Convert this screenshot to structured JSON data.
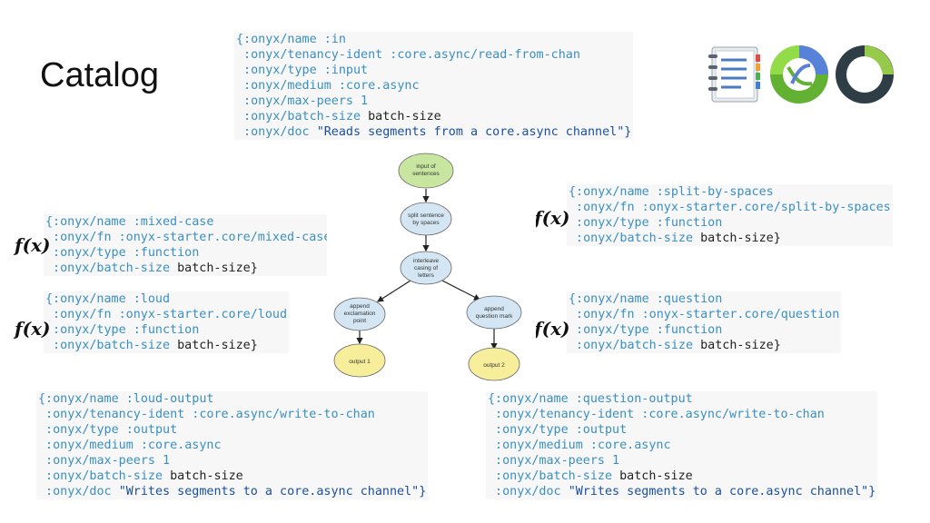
{
  "title": "Catalog",
  "fx_label": "f(x)",
  "blocks": {
    "in": [
      "{:onyx/name :in",
      " :onyx/tenancy-ident :core.async/read-from-chan",
      " :onyx/type :input",
      " :onyx/medium :core.async",
      " :onyx/max-peers 1",
      " :onyx/batch-size batch-size",
      " :onyx/doc \"Reads segments from a core.async channel\"}"
    ],
    "split": [
      "{:onyx/name :split-by-spaces",
      " :onyx/fn :onyx-starter.core/split-by-spaces",
      " :onyx/type :function",
      " :onyx/batch-size batch-size}"
    ],
    "mixed": [
      "{:onyx/name :mixed-case",
      " :onyx/fn :onyx-starter.core/mixed-case",
      " :onyx/type :function",
      " :onyx/batch-size batch-size}"
    ],
    "loud": [
      "{:onyx/name :loud",
      " :onyx/fn :onyx-starter.core/loud",
      " :onyx/type :function",
      " :onyx/batch-size batch-size}"
    ],
    "question": [
      "{:onyx/name :question",
      " :onyx/fn :onyx-starter.core/question",
      " :onyx/type :function",
      " :onyx/batch-size batch-size}"
    ],
    "loud_output": [
      "{:onyx/name :loud-output",
      " :onyx/tenancy-ident :core.async/write-to-chan",
      " :onyx/type :output",
      " :onyx/medium :core.async",
      " :onyx/max-peers 1",
      " :onyx/batch-size batch-size",
      " :onyx/doc \"Writes segments to a core.async channel\"}"
    ],
    "question_output": [
      "{:onyx/name :question-output",
      " :onyx/tenancy-ident :core.async/write-to-chan",
      " :onyx/type :output",
      " :onyx/medium :core.async",
      " :onyx/max-peers 1",
      " :onyx/batch-size batch-size",
      " :onyx/doc \"Writes segments to a core.async channel\"}"
    ]
  },
  "diagram": {
    "nodes": {
      "input": [
        "input of",
        "sentences"
      ],
      "split": [
        "split sentence",
        "by spaces"
      ],
      "interleave": [
        "interleave",
        "casing of",
        "letters"
      ],
      "append_exclaim": [
        "append",
        "exclamation",
        "point"
      ],
      "append_question": [
        "append",
        "question mark"
      ],
      "output1": [
        "output 1"
      ],
      "output2": [
        "output 2"
      ]
    }
  },
  "colors": {
    "node_green": "#c8e6a0",
    "node_yellow": "#f6ee9a",
    "node_blue": "#d4e6f3",
    "keyword": "#3a8fc1",
    "string": "#1a4fa0",
    "code_bg": "#f7f7f7"
  },
  "icons": [
    "address-book-icon",
    "clojure-logo-icon",
    "clojurescript-logo-icon"
  ]
}
